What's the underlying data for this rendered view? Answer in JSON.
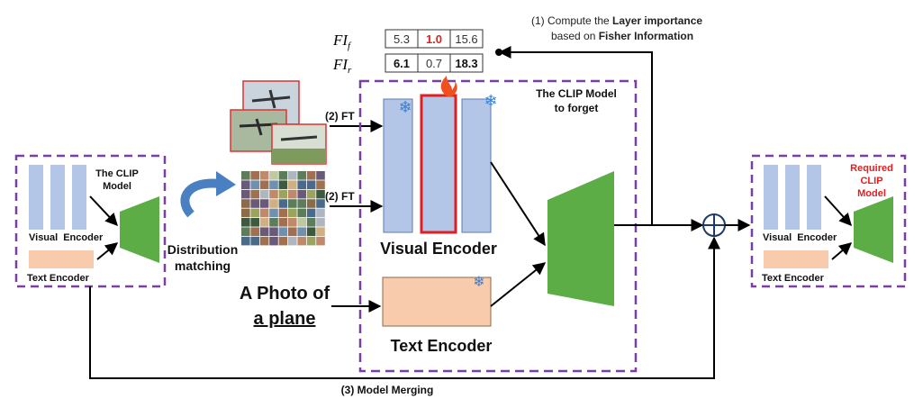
{
  "fi_table": {
    "row_f_label": "FI",
    "row_f_sub": "f",
    "row_r_label": "FI",
    "row_r_sub": "r",
    "row_f": [
      "5.3",
      "1.0",
      "15.6"
    ],
    "row_r": [
      "6.1",
      "0.7",
      "18.3"
    ],
    "highlight_color": "#e02020"
  },
  "step1": {
    "prefix": "(1) Compute the ",
    "bold1": "Layer importance",
    "line2_prefix": "based on ",
    "bold2": "Fisher Information"
  },
  "left_model": {
    "title_line1": "The CLIP",
    "title_line2": "Model",
    "visual_label_a": "Visual",
    "visual_label_b": "Encoder",
    "text_label": "Text Encoder"
  },
  "distribution": {
    "line1": "Distribution",
    "line2": "matching"
  },
  "ft_label_top": "(2) FT",
  "ft_label_bottom": "(2) FT",
  "center_model": {
    "title_line1": "The CLIP Model",
    "title_line2": "to forget",
    "visual_encoder": "Visual Encoder",
    "text_encoder": "Text Encoder"
  },
  "prompt": {
    "line1": "A Photo of",
    "line2": "a plane"
  },
  "right_model": {
    "title_line1": "Required",
    "title_line2": "CLIP",
    "title_line3": "Model",
    "visual_label_a": "Visual",
    "visual_label_b": "Encoder",
    "text_label": "Text Encoder"
  },
  "merge_label": "(3) Model Merging",
  "colors": {
    "frame": "#7a3fa0",
    "encoder_blue": "#b4c6e7",
    "encoder_blue_stroke": "#5b7bb5",
    "text_encoder_fill": "#f8cbad",
    "head_green": "#5cad45",
    "red": "#e02020"
  }
}
